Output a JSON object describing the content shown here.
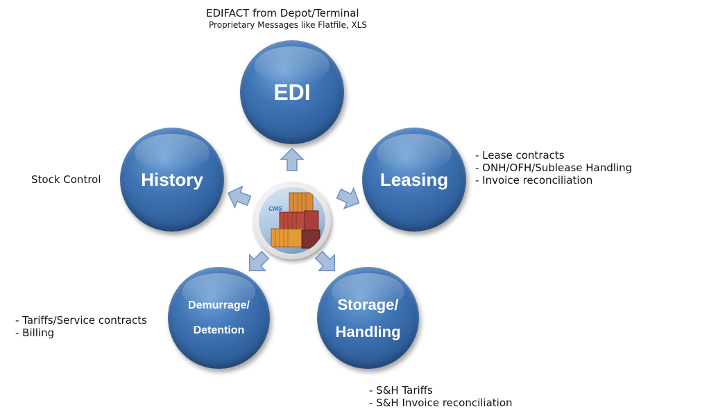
{
  "nodes": {
    "edi": "EDI",
    "leasing": "Leasing",
    "storage_line1": "Storage/",
    "storage_line2": "Handling",
    "demurrage_line1": "Demurrage/",
    "demurrage_line2": "Detention",
    "history": "History"
  },
  "hub": {
    "logo_text": "CMS"
  },
  "annotations": {
    "edi_line1": "EDIFACT from Depot/Terminal",
    "edi_line2": "Proprietary Messages like Flatfile, XLS",
    "history": "Stock Control",
    "leasing": [
      "- Lease contracts",
      "- ONH/OFH/Sublease Handling",
      "- Invoice reconciliation"
    ],
    "demurrage": [
      "- Tariffs/Service contracts",
      "- Billing"
    ],
    "storage": [
      "- S&H Tariffs",
      "- S&H Invoice reconciliation"
    ]
  },
  "colors": {
    "node": "#3f74b4",
    "arrow": "#a8bfdc",
    "hub_ring": "#e6e6e6"
  }
}
